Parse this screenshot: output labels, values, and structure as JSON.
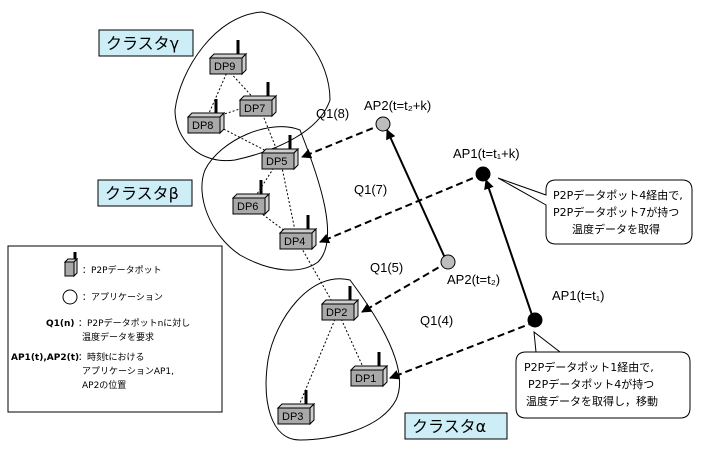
{
  "clusters": {
    "gamma": "クラスタγ",
    "beta": "クラスタβ",
    "alpha": "クラスタα"
  },
  "data_pots": [
    "DP9",
    "DP7",
    "DP8",
    "DP5",
    "DP6",
    "DP4",
    "DP2",
    "DP1",
    "DP3"
  ],
  "queries": {
    "q8": "Q1(8)",
    "q7": "Q1(7)",
    "q5": "Q1(5)",
    "q4": "Q1(4)"
  },
  "applications": {
    "ap2_late": "AP2(t=t₂+k)",
    "ap1_late": "AP1(t=t₁+k)",
    "ap2_early": "AP2(t=t₂)",
    "ap1_early": "AP1(t=t₁)"
  },
  "callouts": {
    "upper": [
      "P2Pデータポット4経由で,",
      "P2Pデータポット7が持つ",
      "温度データを取得"
    ],
    "lower": [
      "P2Pデータポット1経由で,",
      "P2Pデータポット4が持つ",
      "温度データを取得し，移動"
    ]
  },
  "legend": {
    "datapot": "：P2Pデータポット",
    "application": "：アプリケーション",
    "query_key": "Q1(n)",
    "query_desc_1": "：P2Pデータポットnに対し",
    "query_desc_2": "温度データを要求",
    "ap_key": "AP1(t),AP2(t)",
    "ap_desc_1": "：時刻tにおける",
    "ap_desc_2": "アプリケーションAP1,",
    "ap_desc_3": "AP2の位置"
  },
  "colors": {
    "cluster_label_fill": "#cdeef6",
    "datapot_fill": "#a9a9a9",
    "ap1_fill": "#000000",
    "ap2_fill": "#bdbdbd"
  }
}
